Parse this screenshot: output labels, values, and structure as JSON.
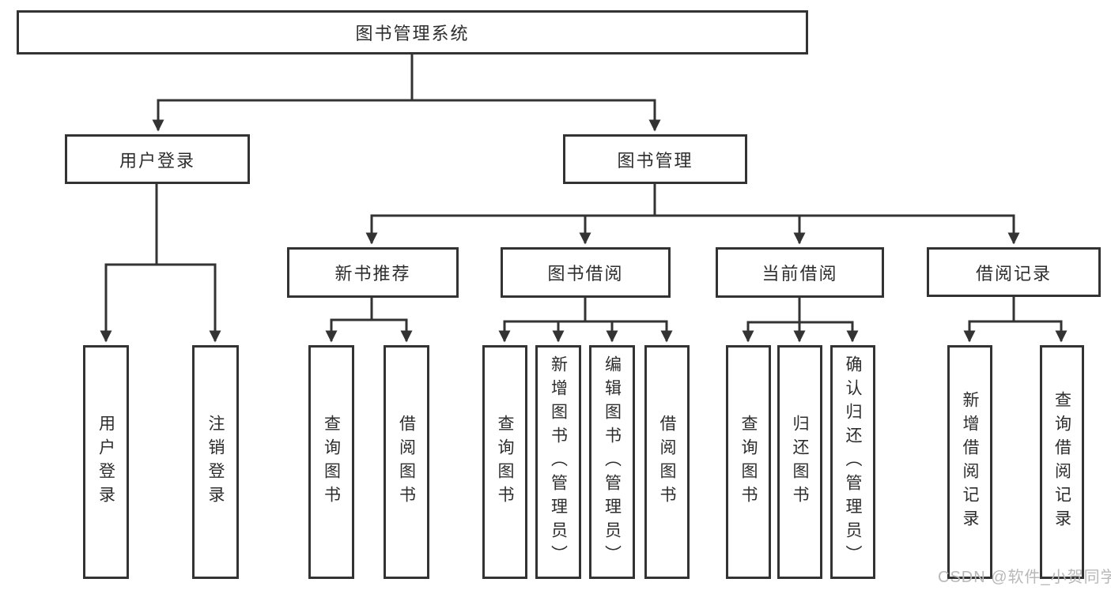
{
  "tree": {
    "root": "图书管理系统",
    "children": [
      {
        "label": "用户登录",
        "children": [
          {
            "label": "用户登录"
          },
          {
            "label": "注销登录"
          }
        ]
      },
      {
        "label": "图书管理",
        "children": [
          {
            "label": "新书推荐",
            "children": [
              {
                "label": "查询图书"
              },
              {
                "label": "借阅图书"
              }
            ]
          },
          {
            "label": "图书借阅",
            "children": [
              {
                "label": "查询图书"
              },
              {
                "label": "新增图书（管理员）"
              },
              {
                "label": "编辑图书（管理员）"
              },
              {
                "label": "借阅图书"
              }
            ]
          },
          {
            "label": "当前借阅",
            "children": [
              {
                "label": "查询图书"
              },
              {
                "label": "归还图书"
              },
              {
                "label": "确认归还（管理员）"
              }
            ]
          },
          {
            "label": "借阅记录",
            "children": [
              {
                "label": "新增借阅记录"
              },
              {
                "label": "查询借阅记录"
              }
            ]
          }
        ]
      }
    ]
  },
  "watermark": "CSDN @软件_小贺同学",
  "colors": {
    "line": "#333333",
    "text": "#2d2d2d",
    "watermark_text": "#b8b8b8",
    "background": "#ffffff"
  }
}
